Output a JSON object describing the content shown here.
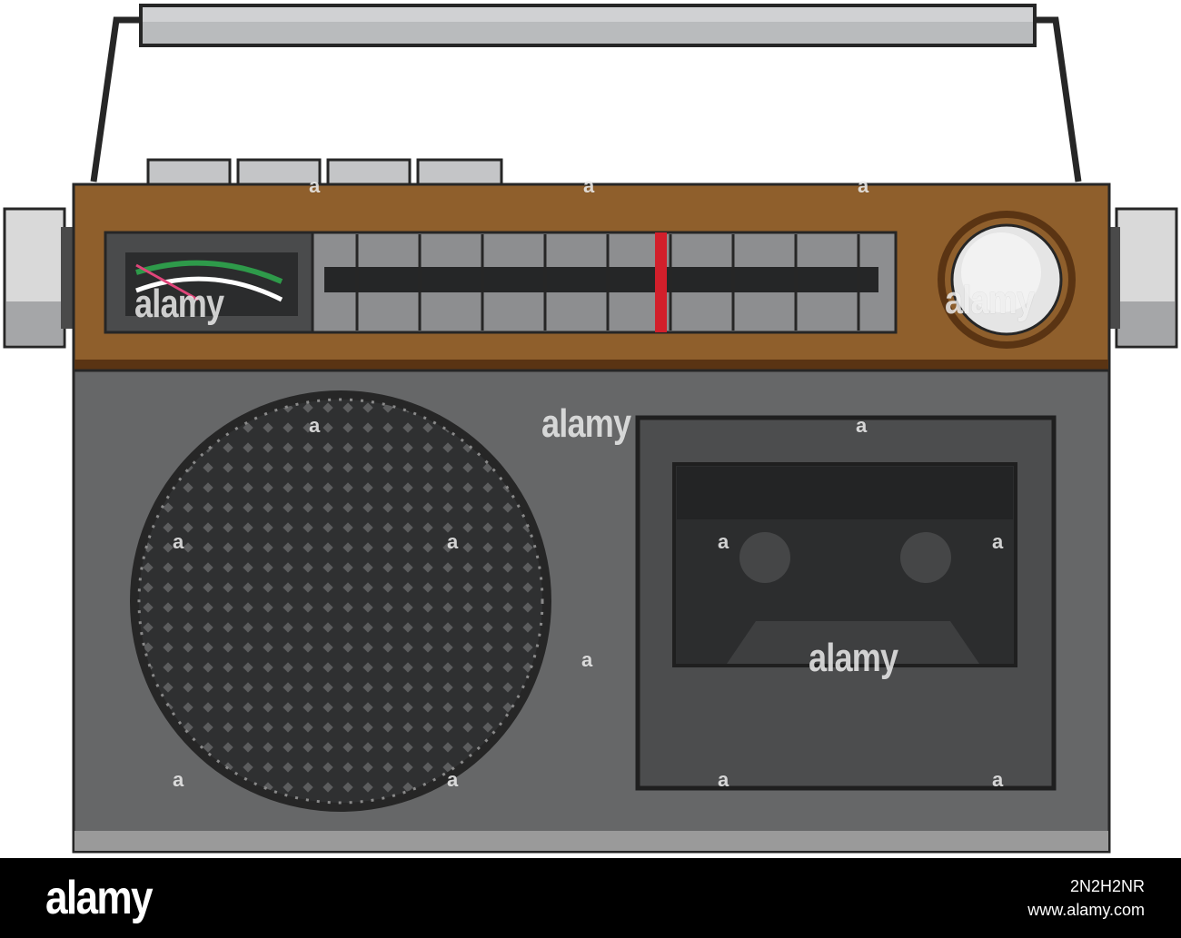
{
  "image": {
    "subject": "retro-radio-cassette-player",
    "colors": {
      "wood": "#8f5f2c",
      "wood_dark": "#5a3413",
      "body": "#666768",
      "body_light": "#9a9a9a",
      "outline": "#1f1f1f",
      "handle": "#b9bbbd",
      "knob": "#e5e5e5",
      "needle": "#d21f2b",
      "meter_green": "#2e9a4a",
      "meter_red": "#e0457a",
      "cassette": "#2c2d2e"
    }
  },
  "watermark": {
    "text": "alamy",
    "glyph": "a"
  },
  "footer": {
    "logo": "alamy",
    "image_id": "2N2H2NR",
    "site": "www.alamy.com"
  }
}
